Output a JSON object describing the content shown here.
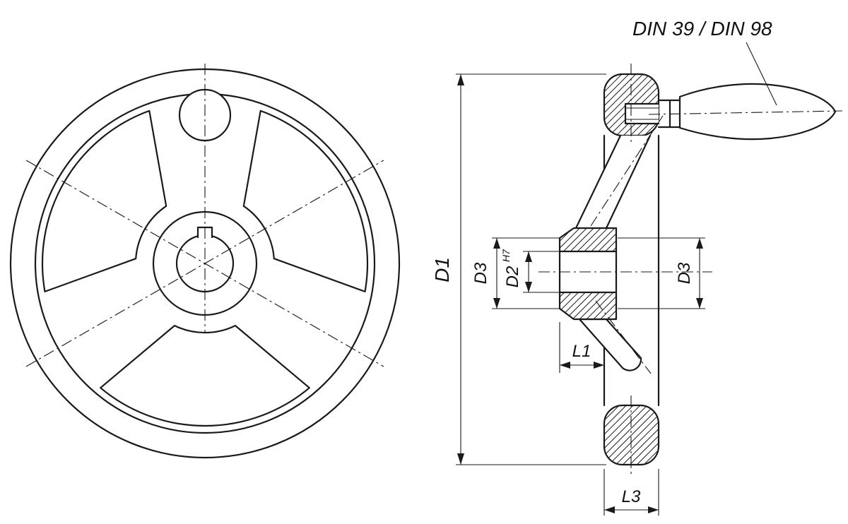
{
  "drawing": {
    "note": "DIN 39 / DIN 98",
    "dimensions": {
      "d1": "D1",
      "d3_left": "D3",
      "d2": "D2",
      "d2_tolerance": "H7",
      "d3_right": "D3",
      "l1": "L1",
      "l3": "L3"
    }
  },
  "colors": {
    "background": "#ffffff",
    "line": "#1a1a1a"
  }
}
